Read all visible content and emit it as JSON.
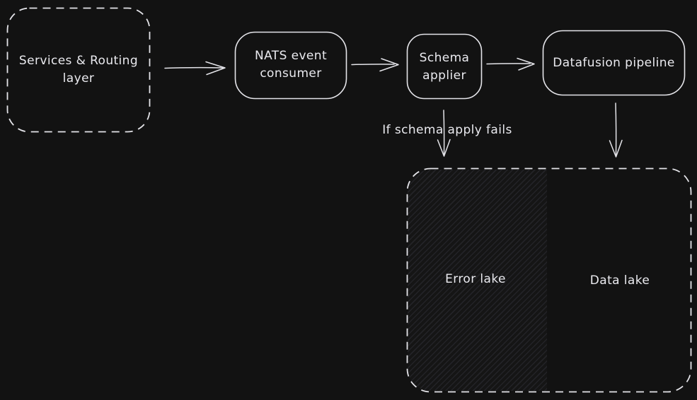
{
  "theme": {
    "canvas_bg": "#121212",
    "stroke_color": "#e4e4e9",
    "text_color": "#eaeaef",
    "hatch_line_color": "#232327"
  },
  "nodes": {
    "services_routing": {
      "label": "Services & Routing\nlayer"
    },
    "nats_consumer": {
      "label": "NATS event\nconsumer"
    },
    "schema_applier": {
      "label": "Schema\napplier"
    },
    "datafusion_pipeline": {
      "label": "Datafusion pipeline"
    },
    "error_lake": {
      "label": "Error lake"
    },
    "data_lake": {
      "label": "Data lake"
    }
  },
  "annotations": {
    "schema_fail": {
      "label": "If schema apply fails"
    }
  }
}
